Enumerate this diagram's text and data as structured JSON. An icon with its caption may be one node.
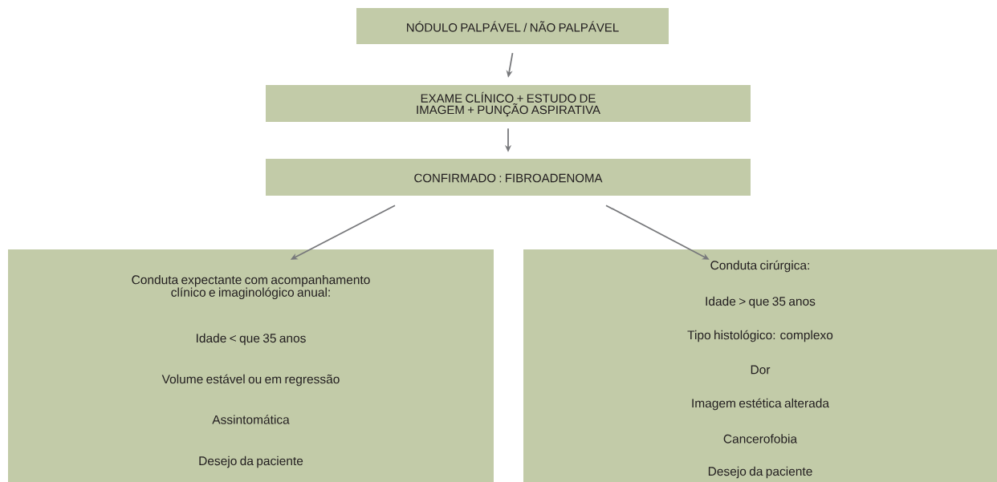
{
  "diagram": {
    "nodes": [
      {
        "text": [
          "NÓDULO PALPÁVEL / NÃO PALPÁVEL"
        ]
      },
      {
        "text": [
          "EXAME CLÍNICO + ESTUDO DE IMAGEM + PUNÇÃO ASPIRATIVA"
        ]
      },
      {
        "text": [
          "CONFIRMADO : FIBROADENOMA"
        ]
      },
      {
        "text": [
          "Conduta expectante com acompanhamento clínico e imaginológico anual:",
          "Idade < que 35 anos",
          "Volume estável ou em regressão",
          "Assintomática",
          "Desejo da paciente"
        ]
      },
      {
        "text": [
          "Conduta cirúrgica:",
          "Idade > que 35 anos",
          "Tipo histológico: complexo",
          "Dor",
          "Imagem estética alterada",
          "Cancerofobia",
          "Desejo da paciente"
        ]
      }
    ],
    "edges": [
      {
        "from": 0,
        "to": 1,
        "arrow": "to"
      },
      {
        "from": 1,
        "to": 2,
        "arrow": "to"
      },
      {
        "from": 2,
        "to": 3,
        "arrow": "to"
      },
      {
        "from": 2,
        "to": 4,
        "arrow": "to"
      }
    ]
  }
}
